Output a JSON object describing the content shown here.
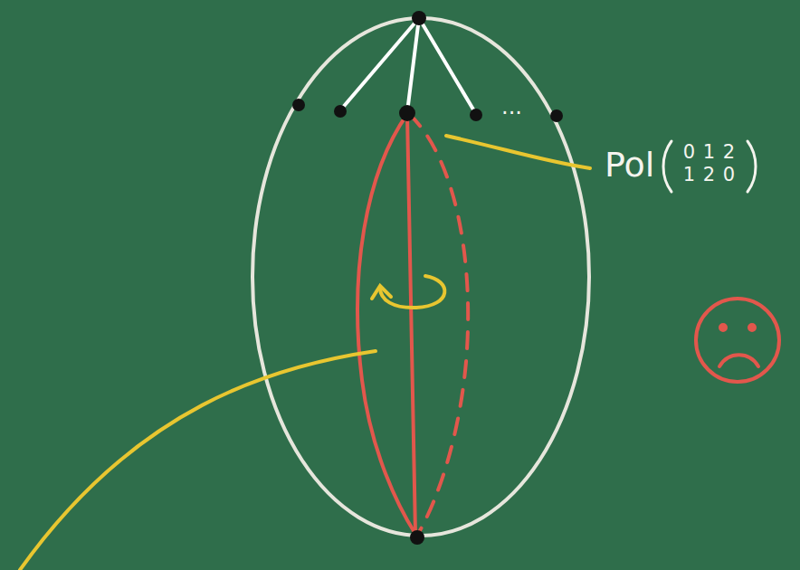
{
  "diagram": {
    "labels": [
      "Pol",
      "0 1 2",
      "1 2 0",
      "..."
    ]
  }
}
